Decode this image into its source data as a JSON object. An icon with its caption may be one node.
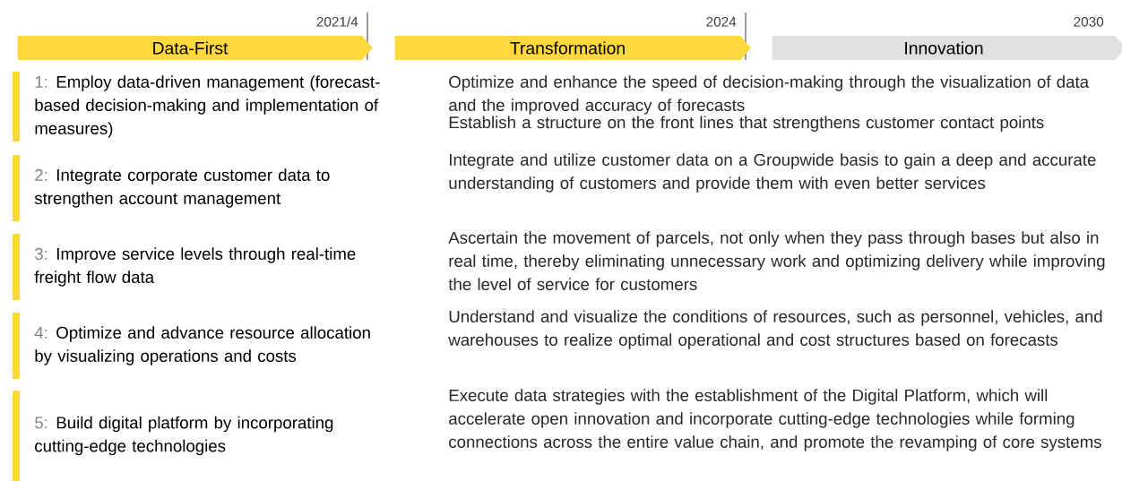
{
  "diagram": {
    "nodes": [
      {
        "text": [
          "Data-First"
        ],
        "beside": [
          "2021/4"
        ]
      },
      {
        "text": [
          "Transformation"
        ],
        "beside": [
          "2024"
        ]
      },
      {
        "text": [
          "Innovation"
        ],
        "beside": [
          "2030"
        ]
      },
      {
        "text": [
          "1:",
          "Employ data-driven management (forecast-based decision-making and implementation of measures)"
        ]
      },
      {
        "text": [
          "2:",
          "Integrate corporate customer data to strengthen account management"
        ]
      },
      {
        "text": [
          "3:",
          "Improve service levels through real-time freight flow data"
        ]
      },
      {
        "text": [
          "4:",
          "Optimize and advance resource allocation by visualizing operations and costs"
        ]
      },
      {
        "text": [
          "5:",
          "Build digital platform by incorporating cutting-edge technologies"
        ]
      }
    ],
    "labels": [
      "Optimize and enhance the speed of decision-making through the visualization of data and the improved accuracy of forecasts",
      "Establish a structure on the front lines that strengthens customer contact points",
      "Integrate and utilize customer data on a Groupwide basis to gain a deep and accurate understanding of customers and provide them with even better services",
      "Ascertain the movement of parcels, not only when they pass through bases but also in real time, thereby eliminating unnecessary work and optimizing delivery while improving the level of service for customers",
      "Understand and visualize the conditions of resources, such as personnel, vehicles, and warehouses to realize optimal operational and cost structures based on forecasts",
      "Execute data strategies with the establishment of the Digital Platform, which will accelerate open innovation and incorporate cutting-edge technologies while forming connections across the entire value chain, and promote the revamping of core systems"
    ]
  }
}
